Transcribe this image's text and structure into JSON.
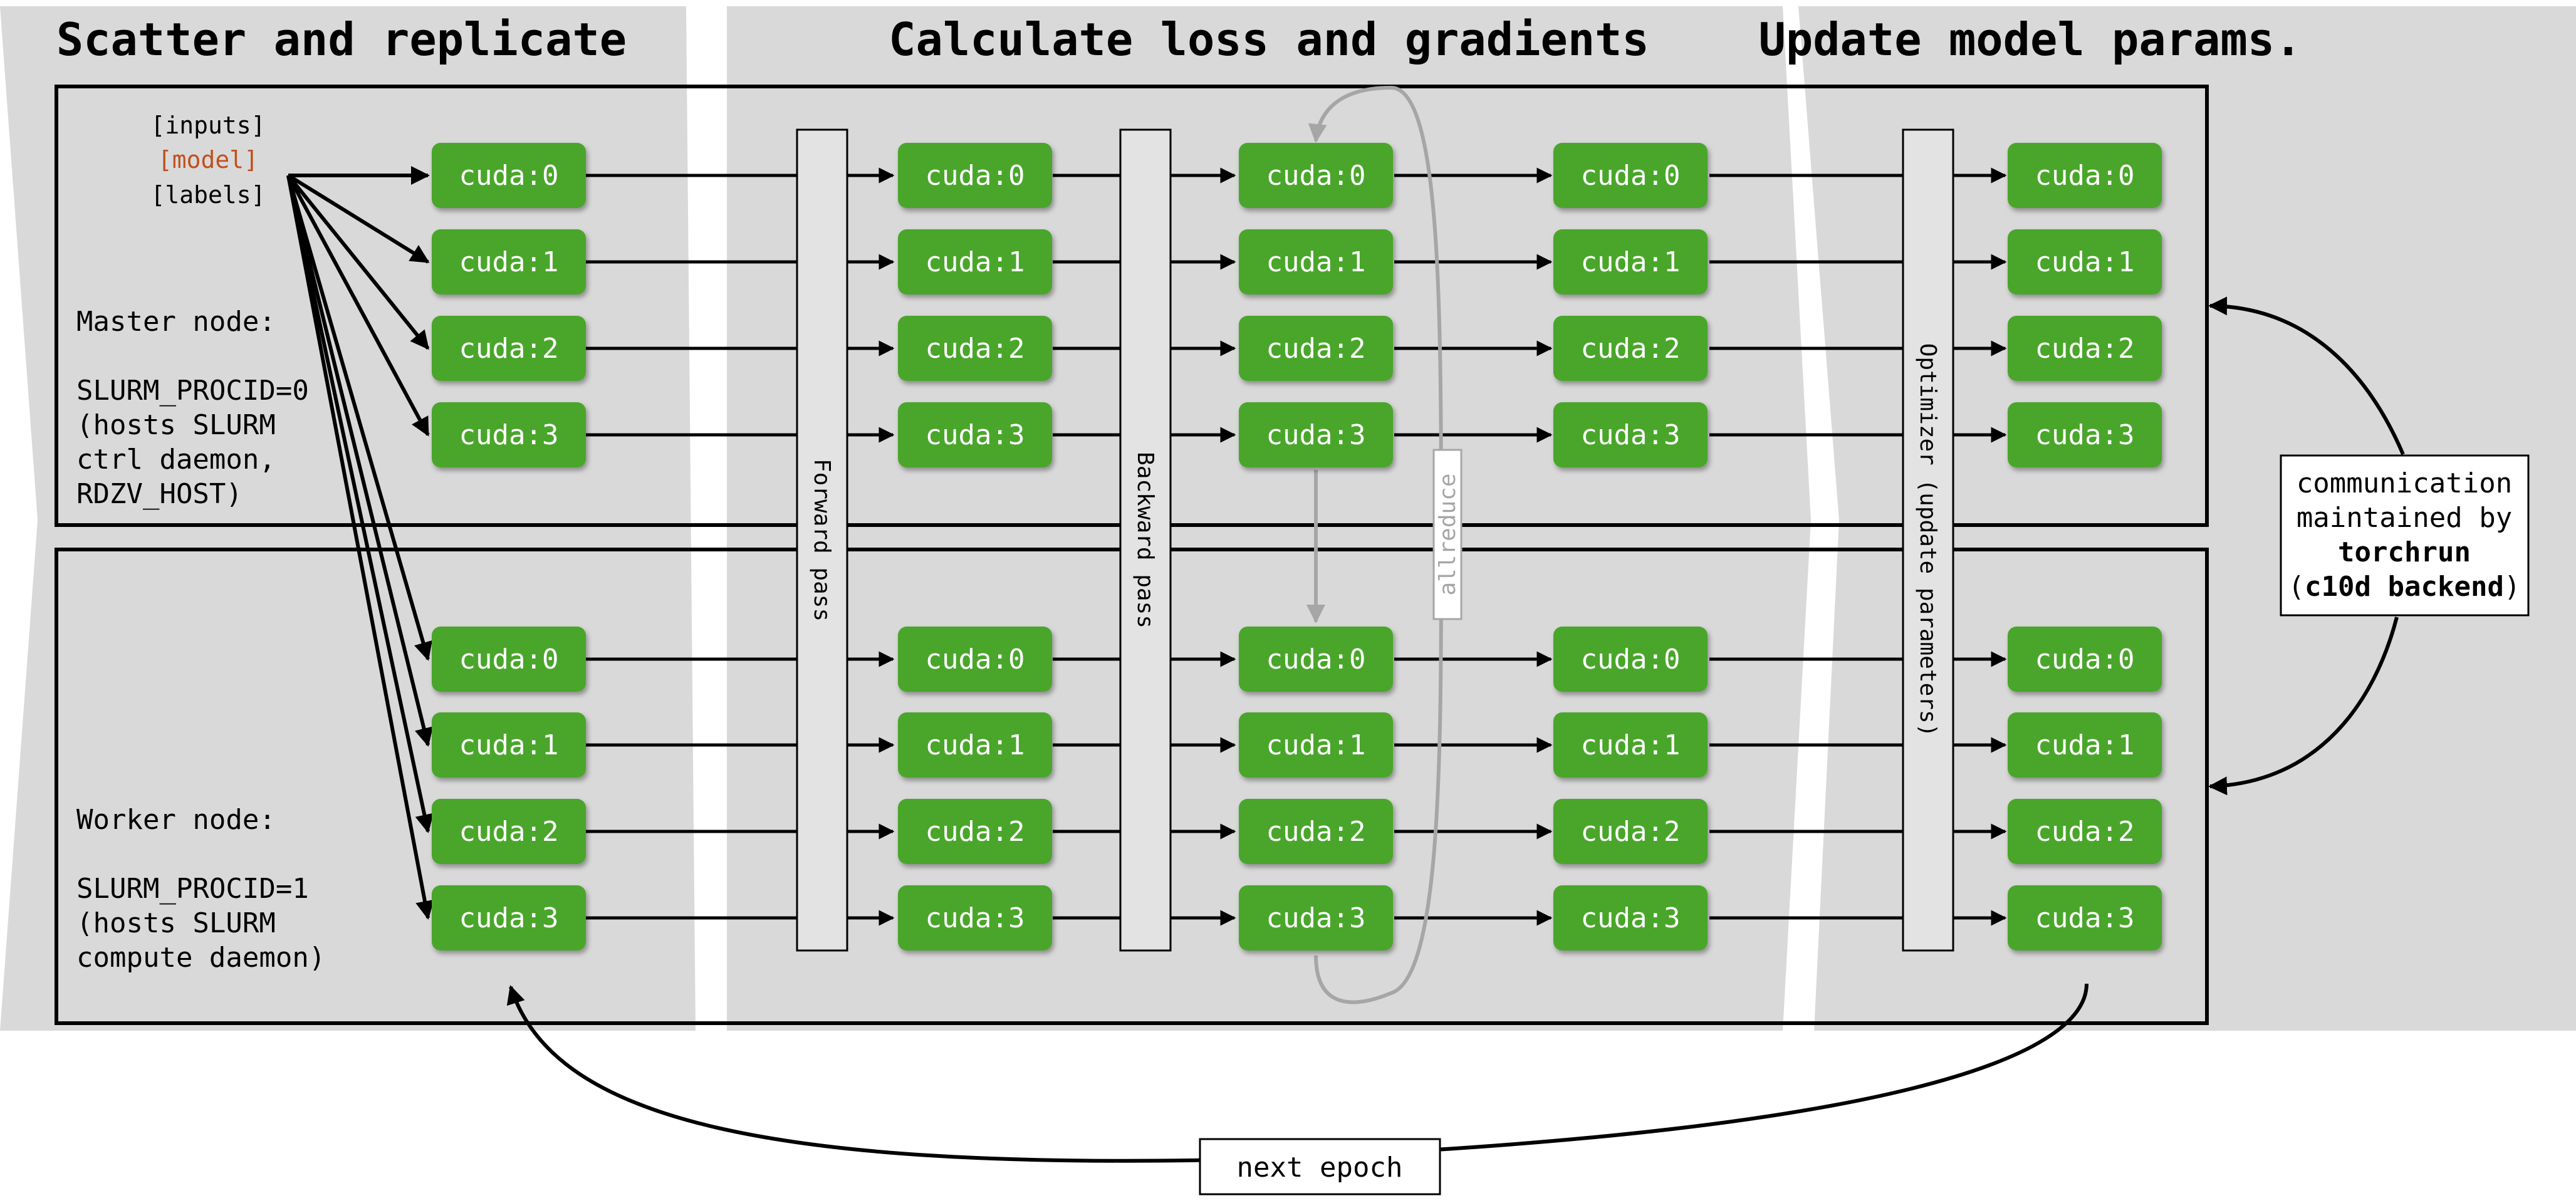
{
  "titles": {
    "scatter": "Scatter and replicate",
    "calc": "Calculate loss and gradients",
    "update": "Update model params."
  },
  "inputs": {
    "inputs": "[inputs]",
    "model": "[model]",
    "labels": "[labels]"
  },
  "master": {
    "lines": [
      "Master node:",
      "",
      "SLURM_PROCID=0",
      "(hosts SLURM",
      "ctrl daemon,",
      "RDZV_HOST)"
    ]
  },
  "worker": {
    "lines": [
      "Worker node:",
      "",
      "SLURM_PROCID=1",
      "(hosts SLURM",
      "compute daemon)"
    ]
  },
  "devices": [
    "cuda:0",
    "cuda:1",
    "cuda:2",
    "cuda:3"
  ],
  "bars": {
    "forward": "Forward pass",
    "backward": "Backward pass",
    "optimizer": "Optimizer (update parameters)"
  },
  "allreduce": "allreduce",
  "comm": {
    "line1": "communication",
    "line2": "maintained by",
    "line3": "torchrun",
    "line4_open": "(",
    "line4_bold": "c10d backend",
    "line4_close": ")"
  },
  "next_epoch": "next epoch",
  "colors": {
    "gpu": "#4aa62a",
    "band": "#d9d9d9",
    "model_text": "#c0501e",
    "gray_arrow": "#a6a6a6"
  }
}
